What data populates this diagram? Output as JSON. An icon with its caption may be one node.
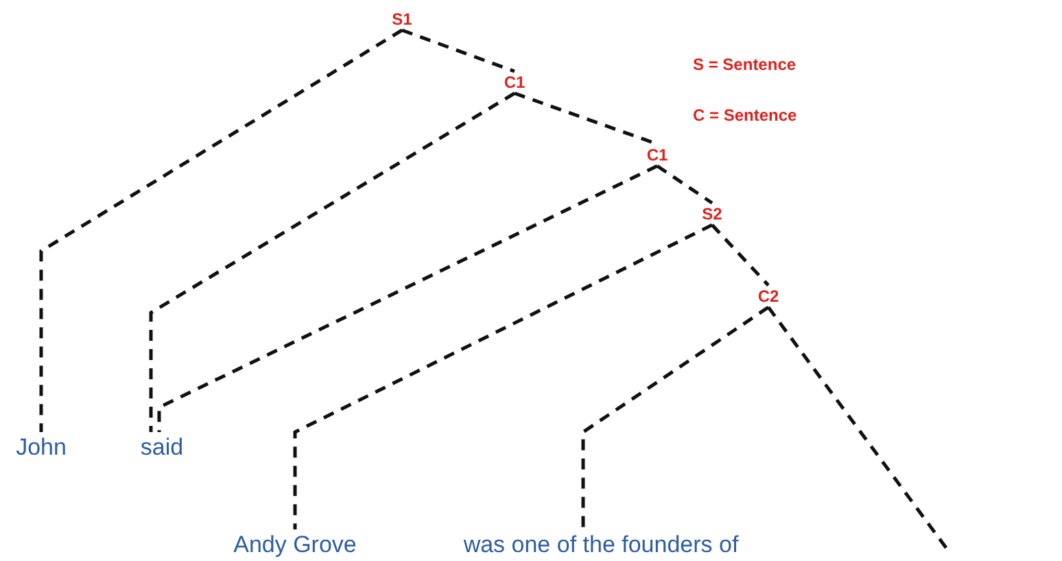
{
  "diagram": {
    "nodes": [
      {
        "text": [
          "S1"
        ]
      },
      {
        "text": [
          "C1"
        ]
      },
      {
        "text": [
          "C1"
        ]
      },
      {
        "text": [
          "S2"
        ]
      },
      {
        "text": [
          "C2"
        ]
      },
      {
        "text": [
          "John"
        ]
      },
      {
        "text": [
          "said"
        ]
      },
      {
        "text": [
          "Andy Grove"
        ]
      },
      {
        "text": [
          "was one of the founders of"
        ]
      }
    ],
    "edges": [
      {
        "from": 0,
        "to": 1,
        "arrow": "none"
      },
      {
        "from": 0,
        "to": 5,
        "arrow": "none"
      },
      {
        "from": 1,
        "to": 2,
        "arrow": "none"
      },
      {
        "from": 1,
        "to": 6,
        "arrow": "none"
      },
      {
        "from": 2,
        "to": 6,
        "arrow": "none"
      },
      {
        "from": 2,
        "to": 3,
        "arrow": "none"
      },
      {
        "from": 3,
        "to": 7,
        "arrow": "none"
      },
      {
        "from": 3,
        "to": 4,
        "arrow": "none"
      },
      {
        "from": 4,
        "to": 8,
        "arrow": "none"
      },
      {
        "from": 4,
        "to": null,
        "arrow": "none"
      }
    ],
    "labels": [
      "S = Sentence",
      "C = Sentence"
    ]
  }
}
